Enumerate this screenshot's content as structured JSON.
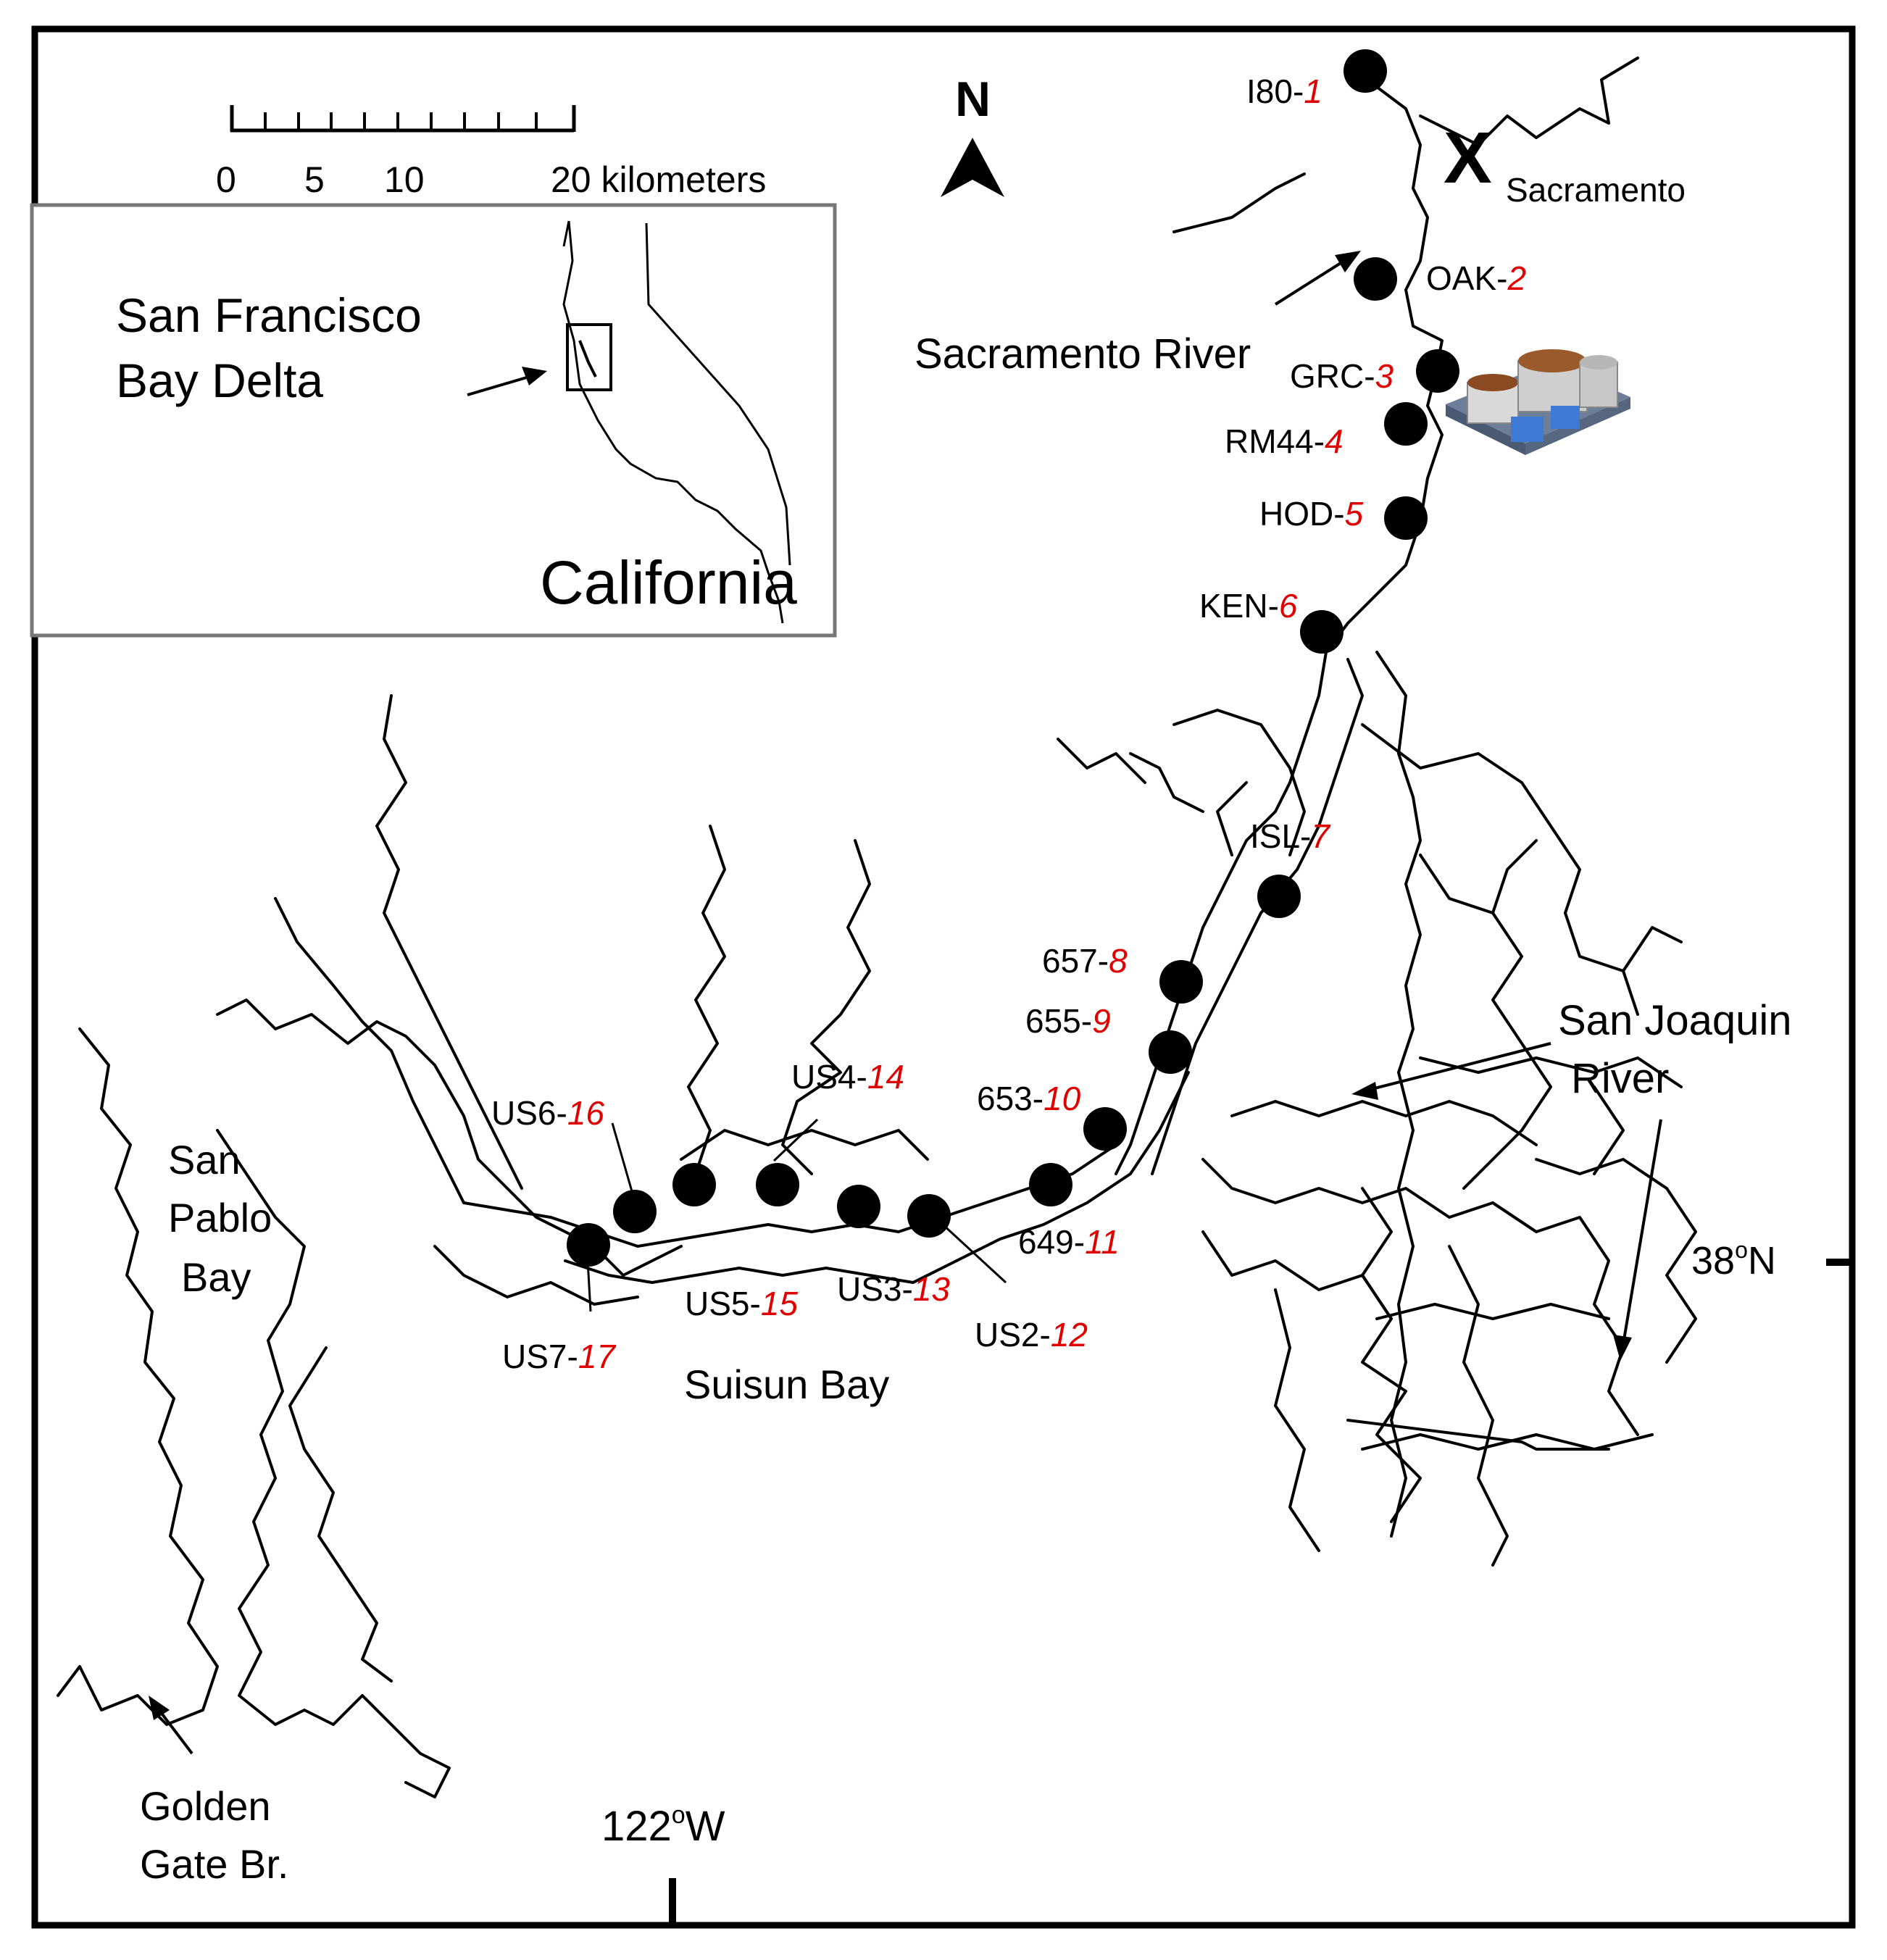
{
  "scale_bar": {
    "ticks": [
      "0",
      "5",
      "10"
    ],
    "end_label": "20 kilometers"
  },
  "north_label": "N",
  "inset": {
    "title_line1": "San Francisco",
    "title_line2": "Bay Delta",
    "state": "California"
  },
  "places": {
    "city_marker": "X",
    "city": "Sacramento",
    "sac_river": "Sacramento River",
    "sj_river_line1": "San Joaquin",
    "sj_river_line2": "River",
    "lat": "38",
    "lat_deg": "o",
    "lat_dir": "N",
    "lon": "122",
    "lon_deg": "o",
    "lon_dir": "W",
    "san_pablo_1": "San",
    "san_pablo_2": "Pablo",
    "san_pablo_3": "Bay",
    "suisun": "Suisun Bay",
    "golden_1": "Golden",
    "golden_2": "Gate Br."
  },
  "stations": [
    {
      "code": "I80-",
      "num": "1"
    },
    {
      "code": "OAK-",
      "num": "2"
    },
    {
      "code": "GRC-",
      "num": "3"
    },
    {
      "code": "RM44-",
      "num": "4"
    },
    {
      "code": "HOD-",
      "num": "5"
    },
    {
      "code": "KEN-",
      "num": "6"
    },
    {
      "code": "ISL-",
      "num": "7"
    },
    {
      "code": "657-",
      "num": "8"
    },
    {
      "code": "655-",
      "num": "9"
    },
    {
      "code": "653-",
      "num": "10"
    },
    {
      "code": "649-",
      "num": "11"
    },
    {
      "code": "US2-",
      "num": "12"
    },
    {
      "code": "US3-",
      "num": "13"
    },
    {
      "code": "US4-",
      "num": "14"
    },
    {
      "code": "US5-",
      "num": "15"
    },
    {
      "code": "US6-",
      "num": "16"
    },
    {
      "code": "US7-",
      "num": "17"
    }
  ],
  "colors": {
    "line": "#000000",
    "station_number": "#e00000",
    "inset_border": "#777777"
  },
  "icons": [
    "north-arrow-icon",
    "wastewater-plant-icon"
  ]
}
